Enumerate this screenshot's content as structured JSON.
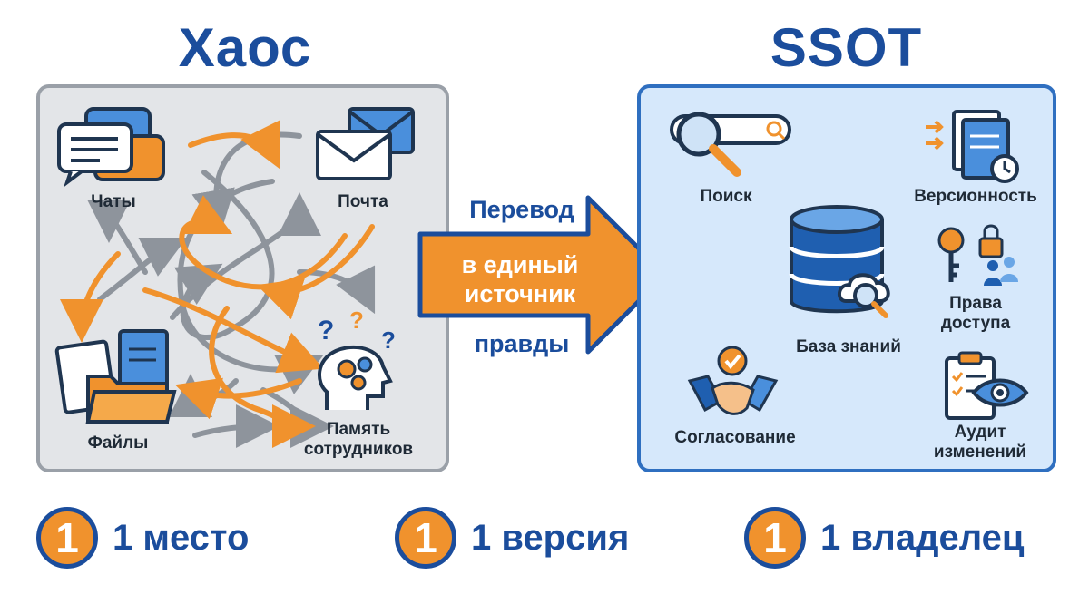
{
  "left": {
    "heading": "Хаос",
    "labels": {
      "chats": "Чаты",
      "mail": "Почта",
      "files": "Файлы",
      "memory_line1": "Память",
      "memory_line2": "сотрудников"
    }
  },
  "right": {
    "heading": "SSOT",
    "labels": {
      "search": "Поиск",
      "versioning": "Версионность",
      "knowledge_base": "База знаний",
      "access_line1": "Права",
      "access_line2": "доступа",
      "approval": "Согласование",
      "audit_line1": "Аудит",
      "audit_line2": "изменений"
    }
  },
  "transition": {
    "top": "Перевод",
    "middle_line1": "в единый",
    "middle_line2": "источник",
    "bottom": "правды"
  },
  "badges": [
    {
      "number": "1",
      "text": "1 место"
    },
    {
      "number": "1",
      "text": "1 версия"
    },
    {
      "number": "1",
      "text": "1 владелец"
    }
  ],
  "colors": {
    "blue": "#1b4d9c",
    "orange": "#f0922d",
    "gray": "#8e949c"
  }
}
